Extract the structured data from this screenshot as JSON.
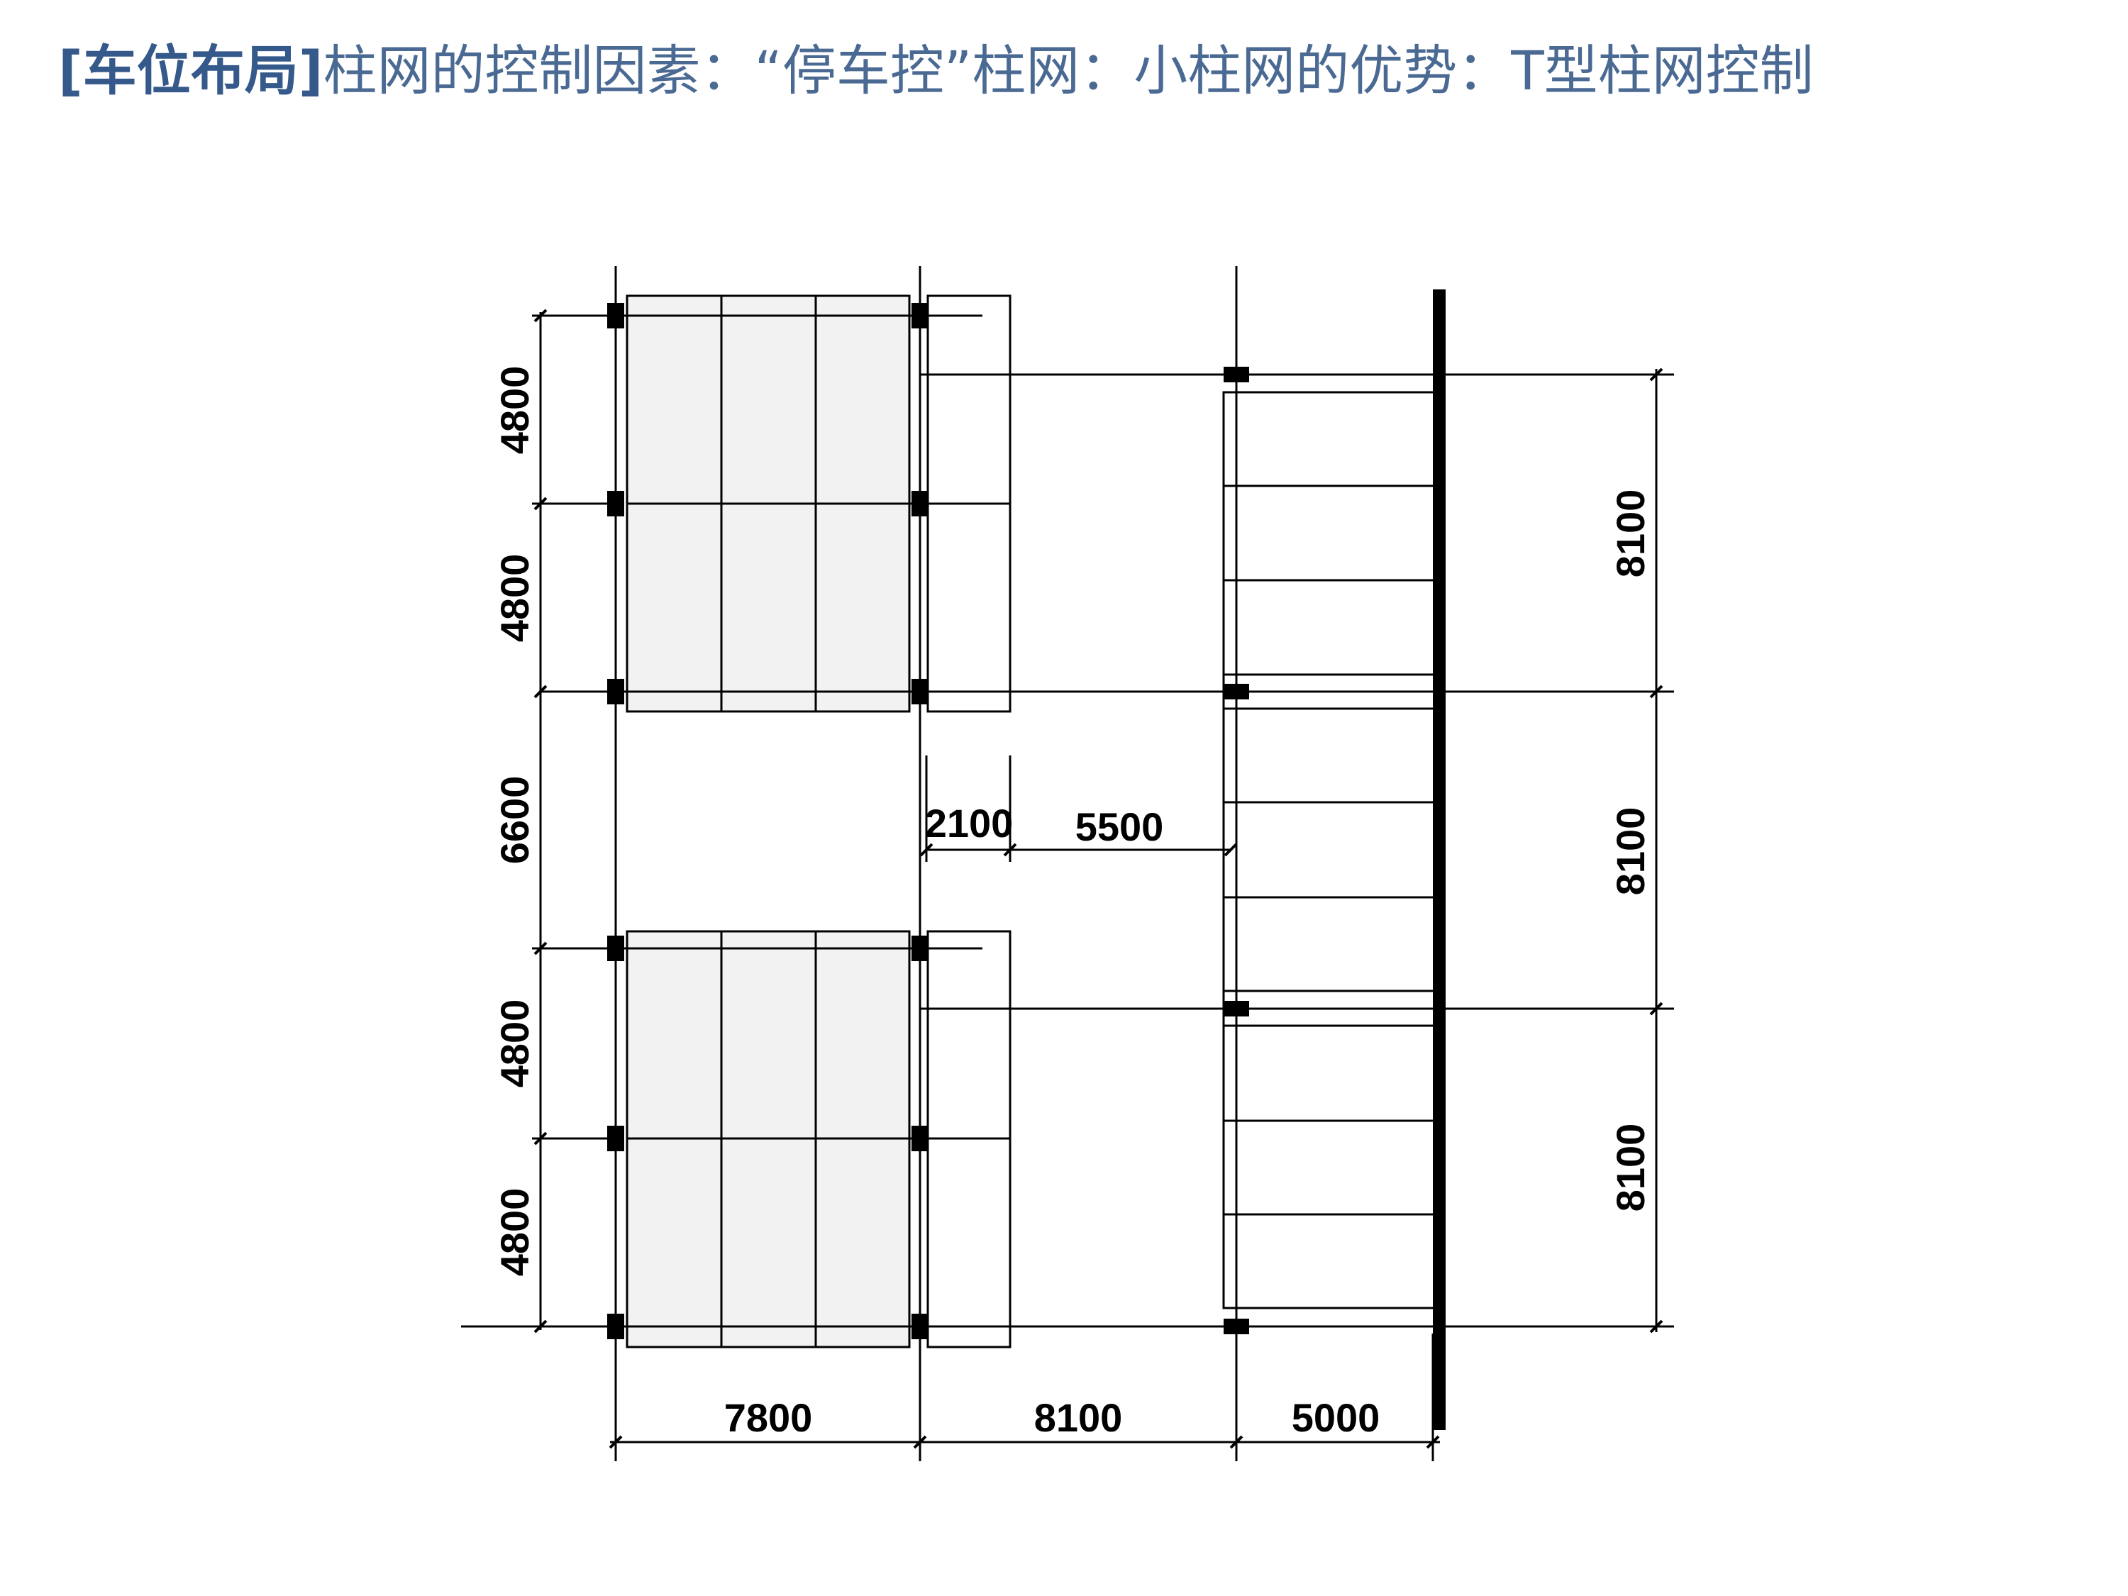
{
  "slide": {
    "title_lead": "[车位布局]",
    "title_rest": "柱网的控制因素：“停车控”柱网：小柱网的优势：T型柱网控制"
  },
  "diagram": {
    "vertical_dims_left": [
      "4800",
      "4800",
      "6600",
      "4800",
      "4800"
    ],
    "vertical_dims_right": [
      "8100",
      "8100",
      "8100"
    ],
    "bottom_dims": [
      "7800",
      "8100",
      "5000"
    ],
    "lane_dims": [
      "2100",
      "5500"
    ],
    "colors": {
      "title": "#3F5E86",
      "stall_fill": "#F2F2F2",
      "line": "#000000"
    }
  }
}
